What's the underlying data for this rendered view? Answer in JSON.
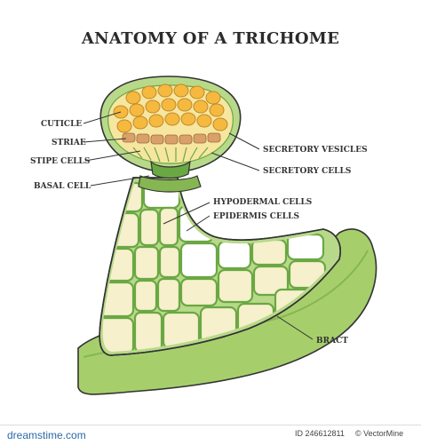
{
  "title": "ANATOMY OF A TRICHOME",
  "labels": {
    "cuticle": "CUTICLE",
    "striae": "STRIAE",
    "stipe_cells": "STIPE CELLS",
    "basal_cell": "BASAL CELL",
    "secretory_vesicles": "SECRETORY VESICLES",
    "secretory_cells": "SECRETORY CELLS",
    "hypodermal_cells": "HYPODERMAL CELLS",
    "epidermis_cells": "EPIDERMIS CELLS",
    "bract": "BRACT"
  },
  "footer": {
    "brand": "dreamstime.com",
    "id_text": "ID 246612811",
    "credit": "© VectorMine"
  },
  "colors": {
    "bract": "#a6cf6c",
    "bract_dark": "#86b652",
    "cell_fill": "#f6f0cc",
    "cell_fill_light": "#ffffff",
    "stem_green": "#b8d98a",
    "vesicle": "#f6b93f",
    "secretory": "#d9a06a",
    "stipe": "#6aa843",
    "outline": "#333333"
  }
}
